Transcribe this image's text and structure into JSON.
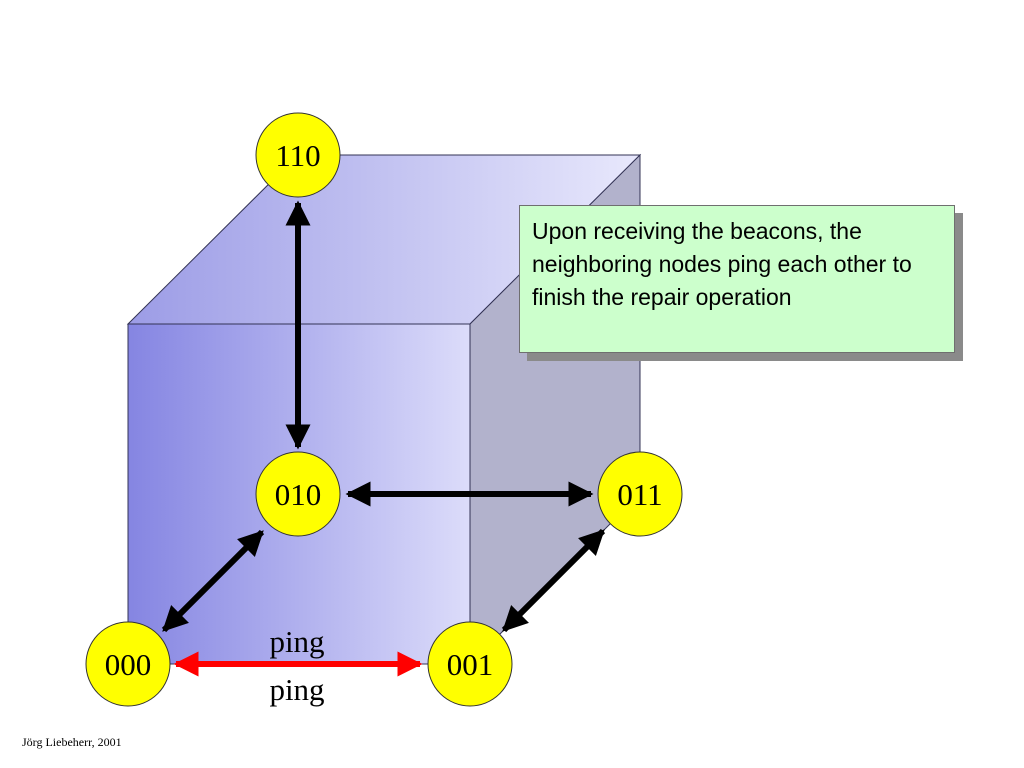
{
  "nodes": {
    "n000": "000",
    "n001": "001",
    "n010": "010",
    "n011": "011",
    "n110": "110"
  },
  "edge_labels": {
    "ping_top": "ping",
    "ping_bottom": "ping"
  },
  "callout": {
    "text": "Upon receiving the beacons, the neighboring nodes ping each other to finish the repair operation"
  },
  "footer": {
    "credit": "Jörg Liebeherr, 2001"
  },
  "colors": {
    "node_fill": "#ffff00",
    "ping_arrow": "#ff0000",
    "link_arrow": "#000000",
    "callout_fill": "#ccffcc",
    "cube_front_dark": "#8585e2",
    "cube_front_light": "#dcdcfa",
    "cube_side": "#b2b2cc"
  }
}
